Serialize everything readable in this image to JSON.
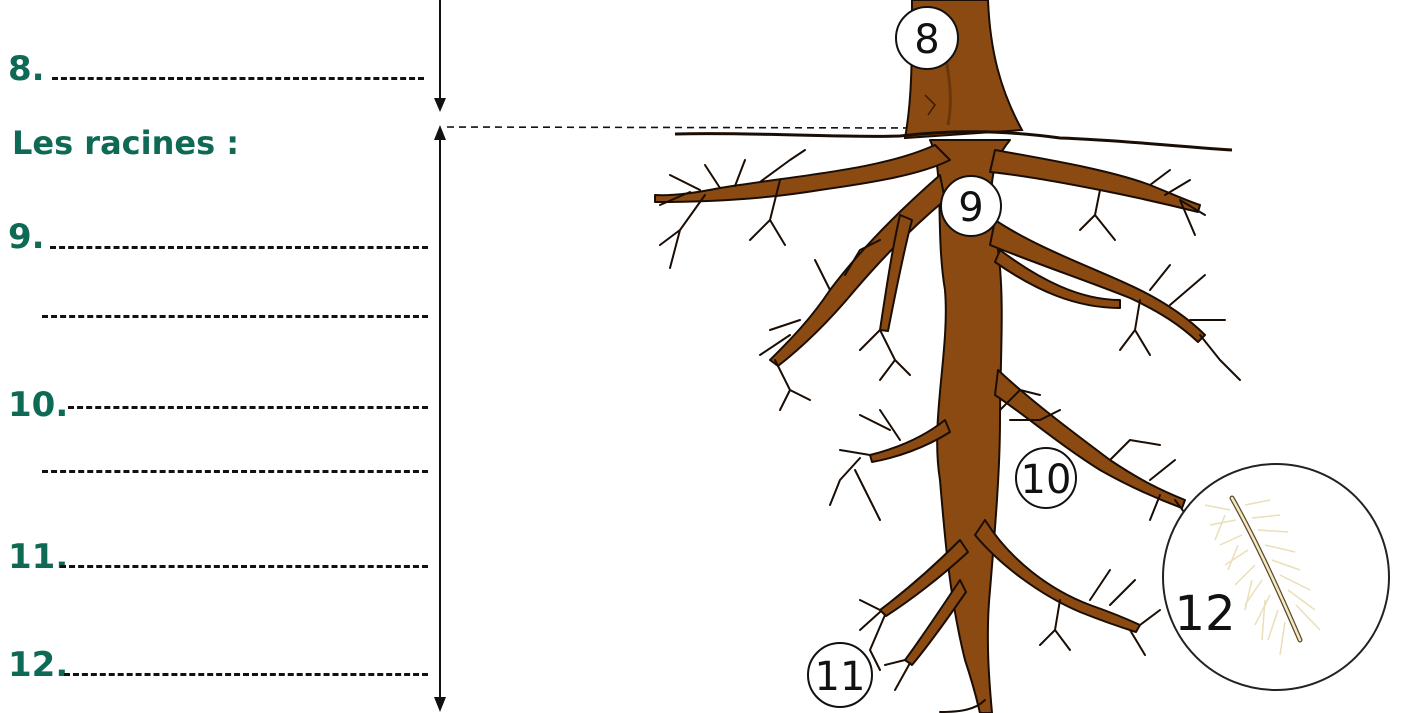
{
  "labels": {
    "item8": "8.",
    "section_title": "Les racines :",
    "item9": "9.",
    "item10": "10.",
    "item11": "11.",
    "item12": "12."
  },
  "markers": {
    "m8": "8",
    "m9": "9",
    "m10": "10",
    "m11": "11",
    "m12": "12"
  },
  "colors": {
    "label_green": "#0e6a55",
    "root_brown": "#8a4a12",
    "root_dark": "#1a0d04",
    "root_hair": "#f0e6c4"
  }
}
